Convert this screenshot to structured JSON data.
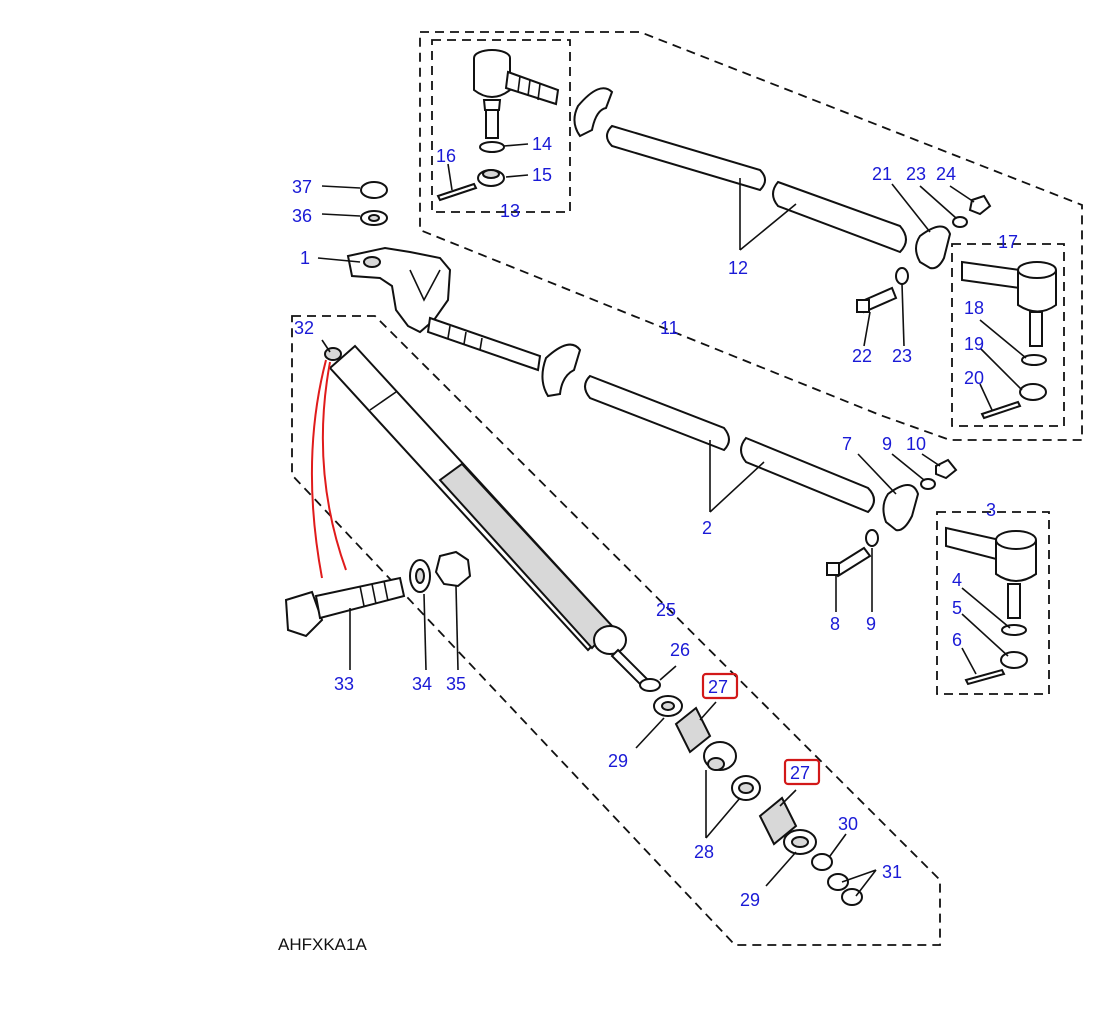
{
  "diagram": {
    "drawing_code": "AHFXKA1A",
    "callouts": [
      "1",
      "2",
      "3",
      "4",
      "5",
      "6",
      "7",
      "8",
      "9",
      "9",
      "10",
      "11",
      "12",
      "13",
      "14",
      "15",
      "16",
      "17",
      "18",
      "19",
      "20",
      "21",
      "22",
      "23",
      "23",
      "24",
      "25",
      "26",
      "27",
      "27",
      "28",
      "29",
      "29",
      "30",
      "31",
      "32",
      "33",
      "34",
      "35",
      "36",
      "37"
    ],
    "highlighted": [
      "27"
    ],
    "colors": {
      "callout": "#1a1ad6",
      "highlight": "#d21818",
      "line": "#111111",
      "wire": "#e01b1b"
    }
  }
}
